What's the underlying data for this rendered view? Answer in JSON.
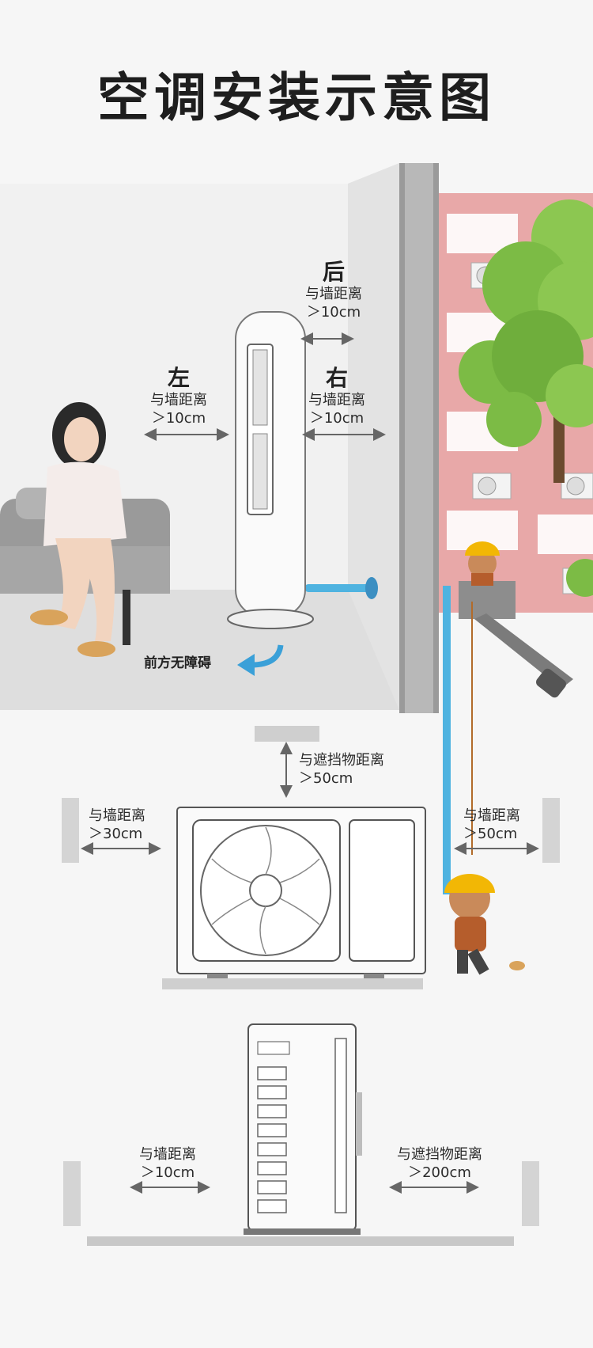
{
  "title": "空调安装示意图",
  "indoor": {
    "back": {
      "head": "后",
      "line1": "与墙距离",
      "line2": "＞10cm"
    },
    "left": {
      "head": "左",
      "line1": "与墙距离",
      "line2": "＞10cm"
    },
    "right": {
      "head": "右",
      "line1": "与墙距离",
      "line2": "＞10cm"
    },
    "front": "前方无障碍"
  },
  "outdoor_front": {
    "top": {
      "line1": "与遮挡物距离",
      "line2": "＞50cm"
    },
    "left": {
      "line1": "与墙距离",
      "line2": "＞30cm"
    },
    "right": {
      "line1": "与墙距离",
      "line2": "＞50cm"
    }
  },
  "outdoor_side": {
    "left": {
      "line1": "与墙距离",
      "line2": "＞10cm"
    },
    "right": {
      "line1": "与遮挡物距离",
      "line2": "＞200cm"
    }
  },
  "colors": {
    "building": "#e8a8a8",
    "tree": "#7cbb45",
    "pipe": "#4fb3e0",
    "helmet": "#f2b705",
    "arrow": "#3aa0d8"
  }
}
